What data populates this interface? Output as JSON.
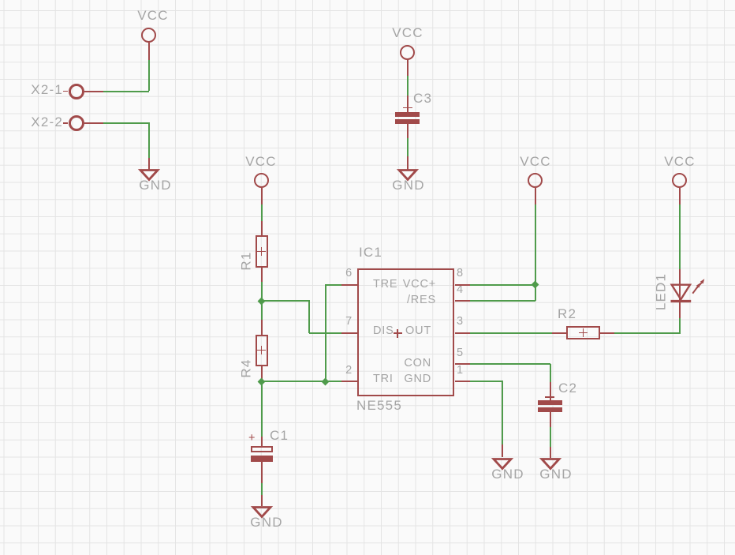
{
  "schematic": {
    "nets": {
      "vcc": "VCC",
      "gnd": "GND"
    },
    "parts": {
      "x2_1": "X2-1",
      "x2_2": "X2-2",
      "r1": "R1",
      "r2": "R2",
      "r4": "R4",
      "c1": "C1",
      "c1_polarity": "+",
      "c2": "C2",
      "c3": "C3",
      "led1": "LED1"
    },
    "ic": {
      "name": "IC1",
      "value": "NE555",
      "left_pins": [
        {
          "num": "6",
          "label": "TRE"
        },
        {
          "num": "7",
          "label": "DIS"
        },
        {
          "num": "2",
          "label": "TRI"
        }
      ],
      "right_pins": [
        {
          "num": "8",
          "label": "VCC+"
        },
        {
          "num": "4",
          "label": "/RES"
        },
        {
          "num": "3",
          "label": "OUT"
        },
        {
          "num": "5",
          "label": "CON"
        },
        {
          "num": "1",
          "label": "GND"
        }
      ]
    },
    "colors": {
      "part": "#a14a4a",
      "wire": "#4f9b4b",
      "text": "#a5a5a5",
      "grid": "#e4e4e4",
      "background": "#fafafa"
    }
  }
}
